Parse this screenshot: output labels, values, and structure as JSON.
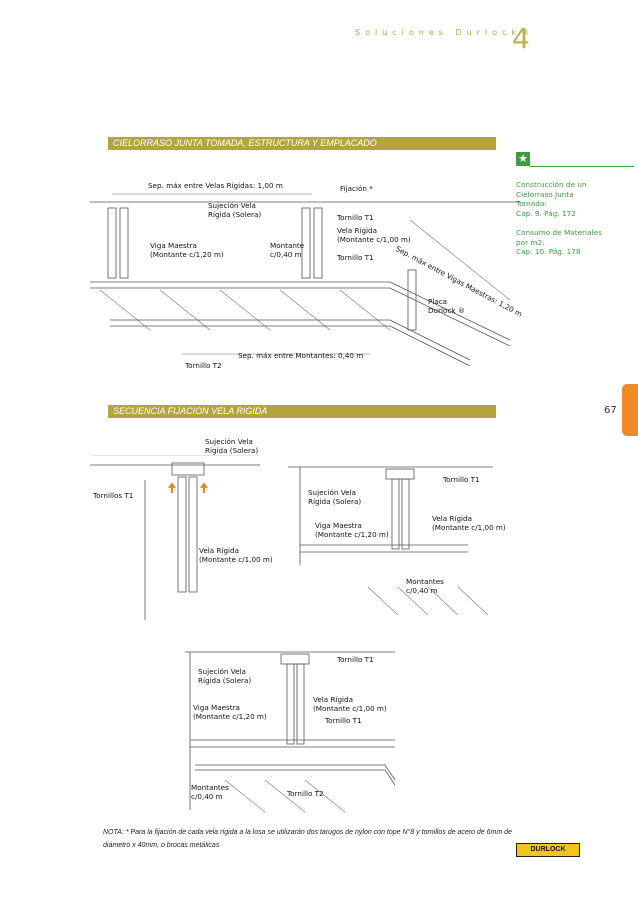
{
  "header": {
    "series": "Soluciones Durlock®",
    "chapter": "4"
  },
  "page_number": "67",
  "section1": {
    "title": "CIELORRASO JUNTA TOMADA, ESTRUCTURA Y EMPLACADO",
    "labels": {
      "sep_velas": "Sep. máx entre Velas Rígidas: 1,00 m",
      "fijacion": "Fijación *",
      "sujecion": "Sujeción Vela\nRígida (Solera)",
      "tornillo_t1a": "Tornillo T1",
      "vela_rigida": "Vela Rígida\n(Montante c/1,00 m)",
      "viga_maestra": "Viga Maestra\n(Montante c/1,20 m)",
      "montante": "Montante\nc/0,40 m",
      "tornillo_t1b": "Tornillo T1",
      "sep_vigas": "Sep. máx entre Vigas Maestras: 1,20 m",
      "placa": "Placa\nDurlock ®",
      "sep_montantes": "Sep. máx entre Montantes: 0,40 m",
      "tornillo_t2": "Tornillo T2"
    }
  },
  "sidebar": {
    "icon": "star-icon",
    "ref1": "Construcción de un\nCielorraso Junta\nTomada:\nCap. 9. Pág. 172",
    "ref2": "Consumo de Materiales\npor m2:\nCap. 10. Pág. 178"
  },
  "section2": {
    "title": "SECUENCIA FIJACION VELA RIGIDA",
    "step1": {
      "sujecion": "Sujeción Vela\nRígida (Solera)",
      "tornillos": "Tornillos T1",
      "vela": "Vela Rígida\n(Montante c/1,00 m)"
    },
    "step2": {
      "tornillo": "Tornillo T1",
      "sujecion": "Sujeción Vela\nRígida (Solera)",
      "viga": "Viga Maestra\n(Montante c/1,20 m)",
      "vela": "Vela Rígida\n(Montante c/1,00 m)",
      "montantes": "Montantes\nc/0,40 m"
    },
    "step3": {
      "sujecion": "Sujeción Vela\nRígida (Solera)",
      "tornillo_t1a": "Tornillo T1",
      "viga": "Viga Maestra\n(Montante c/1,20 m)",
      "vela": "Vela Rígida\n(Montante c/1,00 m)",
      "tornillo_t1b": "Tornillo T1",
      "montantes": "Montantes\nc/0,40 m",
      "tornillo_t2": "Tornillo T2"
    }
  },
  "note": "NOTA: * Para la fijación de cada vela rígida a la losa se utilizarán dos tarugos de nylon con tope N°8 y tornillos de acero de 6mm de diámetro x 40mm, o brocas metálicas",
  "logo": "DURLOCK"
}
